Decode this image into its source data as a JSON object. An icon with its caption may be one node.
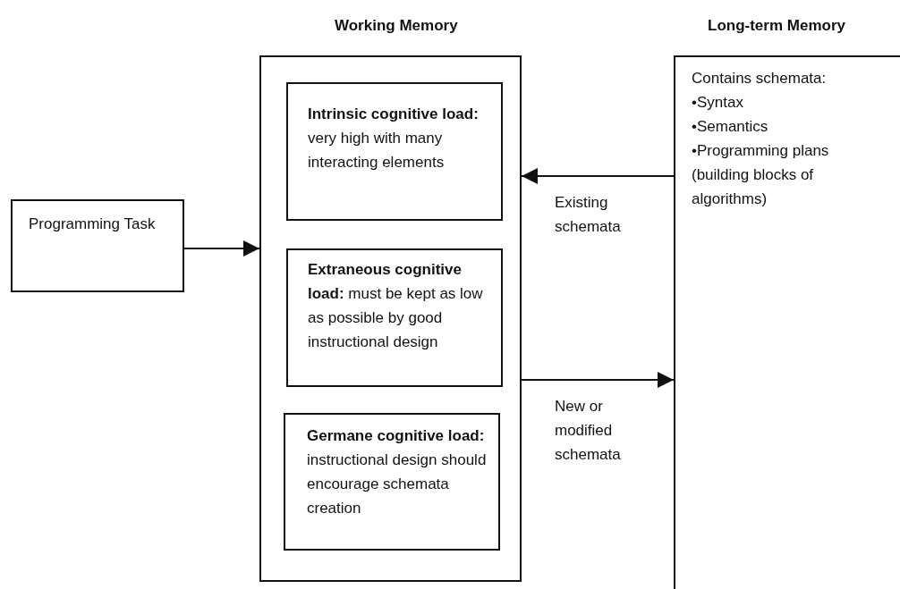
{
  "diagram": {
    "nodes": [
      {
        "text": [
          "Programming Task"
        ]
      },
      {
        "text": [
          "Working Memory"
        ]
      },
      {
        "text": [
          "**Intrinsic cognitive load:** very high with many interacting elements"
        ],
        "in": 1
      },
      {
        "text": [
          "**Extraneous cognitive load:** must be kept as low as possible by good instructional design"
        ],
        "in": 1
      },
      {
        "text": [
          "**Germane cognitive load:** instructional design should encourage schemata creation"
        ],
        "in": 1
      },
      {
        "text": [
          "Long-term Memory",
          "Contains schemata:",
          "•Syntax",
          "•Semantics",
          "•Programming plans (building blocks of algorithms)"
        ]
      }
    ],
    "edges": [
      {
        "from": 0,
        "to": 1,
        "arrow": "to"
      },
      {
        "from": 5,
        "to": 1,
        "arrow": "to",
        "label": "Existing schemata"
      },
      {
        "from": 1,
        "to": 5,
        "arrow": "to",
        "label": "New or modified schemata"
      }
    ]
  }
}
